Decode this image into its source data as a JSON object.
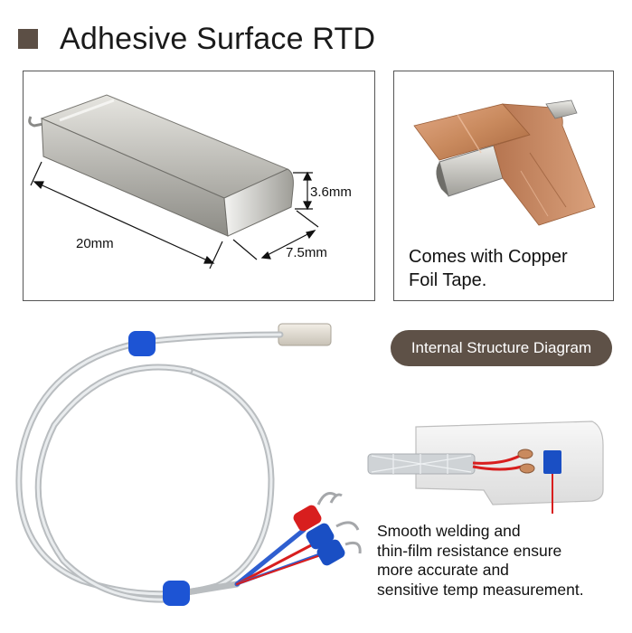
{
  "title": "Adhesive Surface RTD",
  "dimensions": {
    "length": "20mm",
    "height": "3.6mm",
    "width": "7.5mm"
  },
  "foil_panel": {
    "caption_line1": "Comes with Copper",
    "caption_line2": "Foil Tape."
  },
  "structure": {
    "badge_label": "Internal Structure Diagram",
    "caption_line1": "Smooth welding and",
    "caption_line2": "thin-film resistance ensure",
    "caption_line3": "more accurate and",
    "caption_line4": "sensitive temp measurement."
  },
  "colors": {
    "accent_brown": "#5e5147",
    "copper": "#c98a5e",
    "metal": "#b9b8b3",
    "wire_red": "#d81e1e",
    "wire_blue": "#1a4fc4"
  },
  "icons": [
    "title-square-icon",
    "rtd-sensor-image",
    "copper-foil-image",
    "rtd-cable-image",
    "internal-structure-image"
  ]
}
